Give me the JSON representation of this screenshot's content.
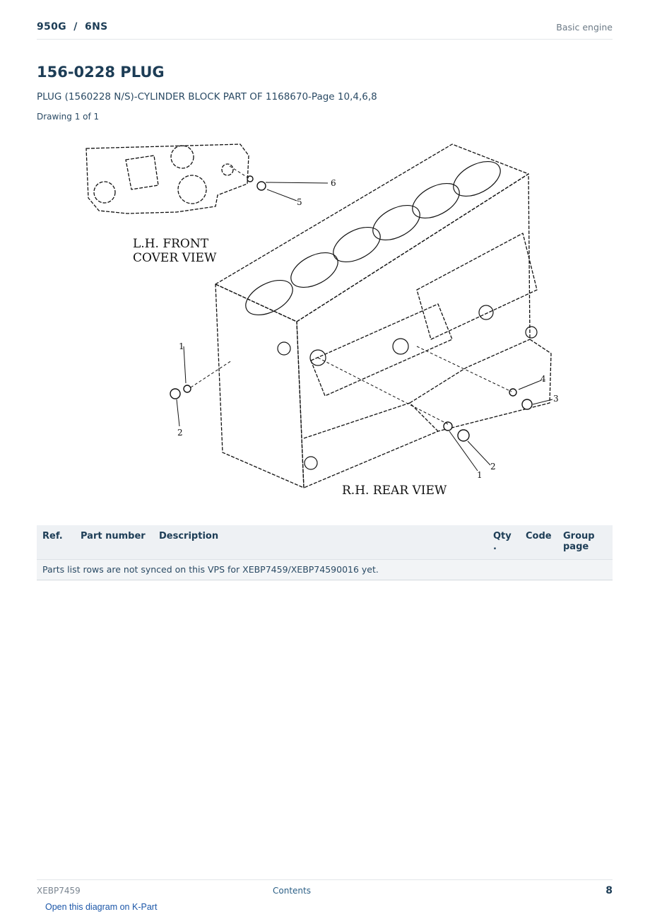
{
  "header": {
    "model": "950G  /  6NS",
    "section": "Basic engine"
  },
  "part": {
    "title": "156-0228 PLUG",
    "subtitle": "PLUG (1560228 N/S)-CYLINDER BLOCK PART OF 1168670-Page 10,4,6,8",
    "drawing_count": "Drawing 1 of 1"
  },
  "diagram": {
    "front_label_line1": "L.H.  FRONT",
    "front_label_line2": "COVER VIEW",
    "rear_label": "R.H.  REAR VIEW",
    "callouts": [
      "1",
      "2",
      "3",
      "4",
      "5",
      "6",
      "1",
      "2"
    ]
  },
  "table": {
    "headers": {
      "ref": "Ref.",
      "part_number": "Part number",
      "description": "Description",
      "qty": "Qty\n.",
      "code": "Code",
      "group_page": "Group page"
    },
    "message": "Parts list rows are not synced on this VPS for XEBP7459/XEBP74590016 yet."
  },
  "footer": {
    "doc_id": "XEBP7459",
    "contents_link": "Contents",
    "page_number": "8",
    "kpart_link": "Open this diagram on K-Part"
  }
}
